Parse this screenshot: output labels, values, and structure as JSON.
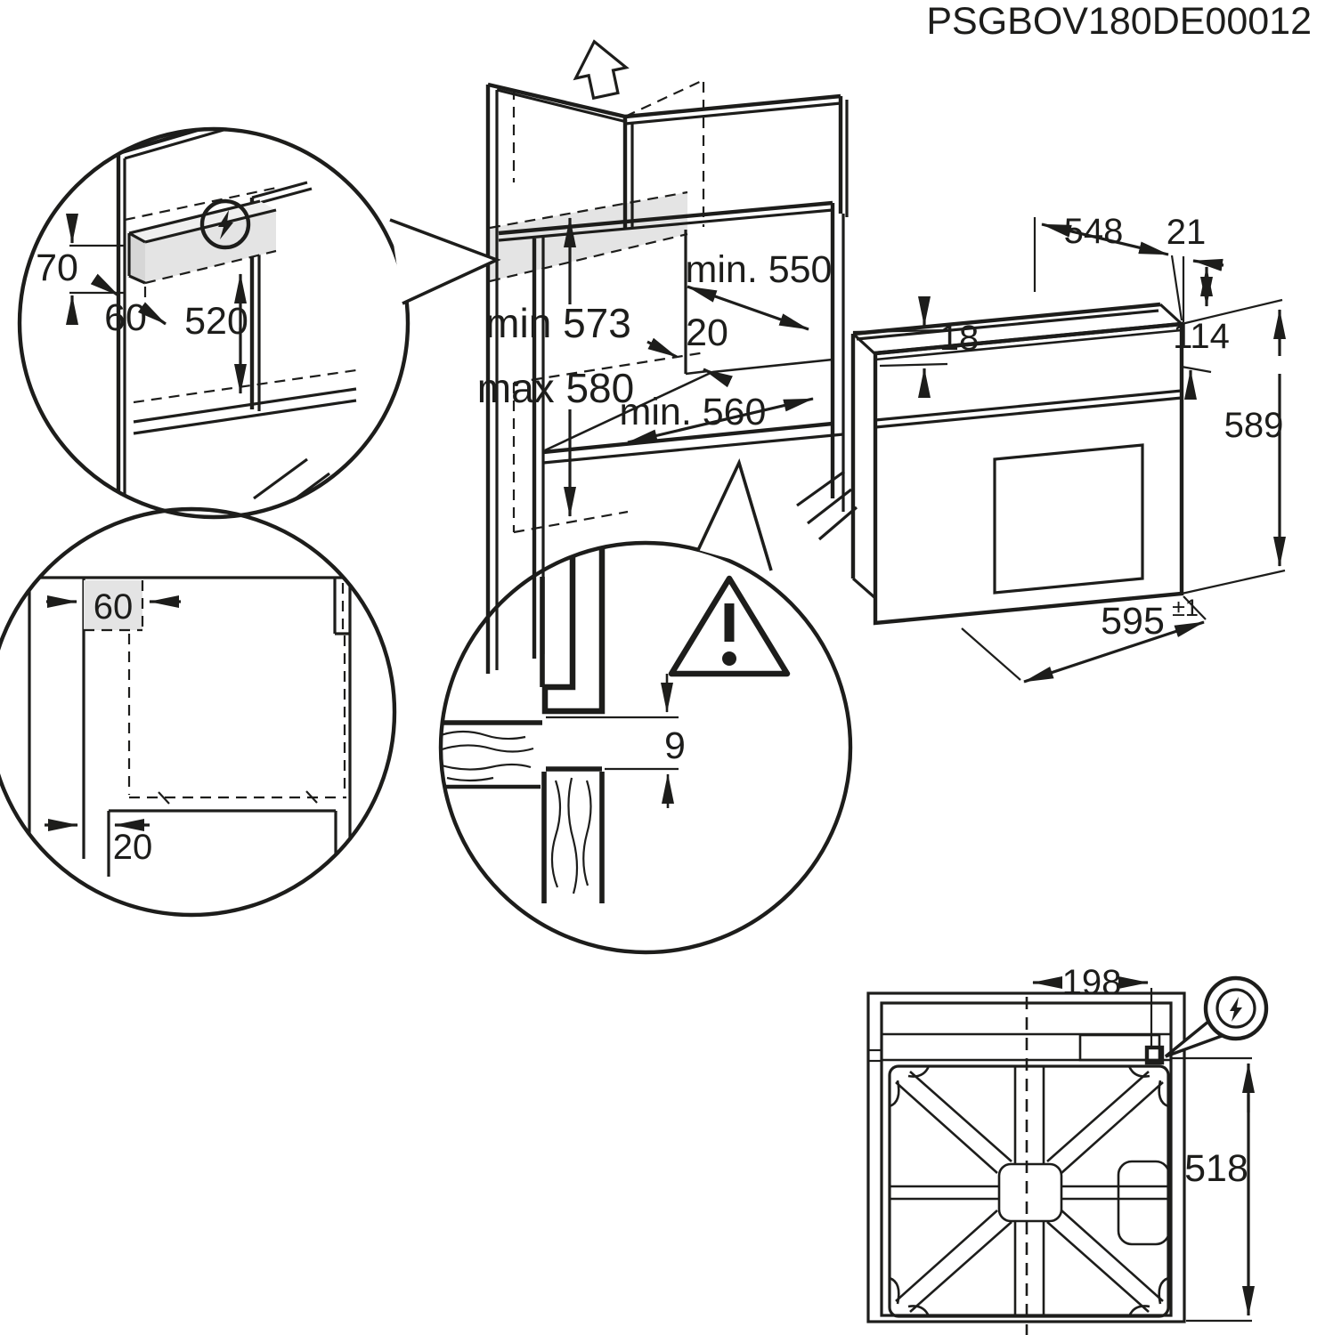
{
  "title": {
    "part_number": "PSGBOV180DE00012"
  },
  "colors": {
    "ink": "#1d1d1b",
    "shade": "#e4e4e4",
    "shade_dark": "#d6d6d6",
    "shade_light": "#efefef",
    "background": "#ffffff"
  },
  "icons": {
    "electrical_connection": "lightning-bolt-in-circle",
    "warning": "exclamation-triangle",
    "removal_direction": "up-arrow-outline"
  },
  "cabinet": {
    "height_min": "min 573",
    "height_max": "max 580",
    "depth_top": "min. 550",
    "back_gap": "20",
    "depth_shelf": "min. 560"
  },
  "detail_electrical_zone": {
    "height": "70",
    "depth": "60",
    "width": "520"
  },
  "detail_plan": {
    "corner_recess": "60",
    "plinth_recess": "20"
  },
  "detail_front_gap": {
    "gap": "9"
  },
  "oven": {
    "body_depth": "548",
    "front_overhang": "21",
    "top_inset": "18",
    "panel_height": "114",
    "height": "589",
    "width": "595",
    "width_tolerance": "±1"
  },
  "back_view": {
    "connection_offset": "198",
    "height": "518"
  }
}
